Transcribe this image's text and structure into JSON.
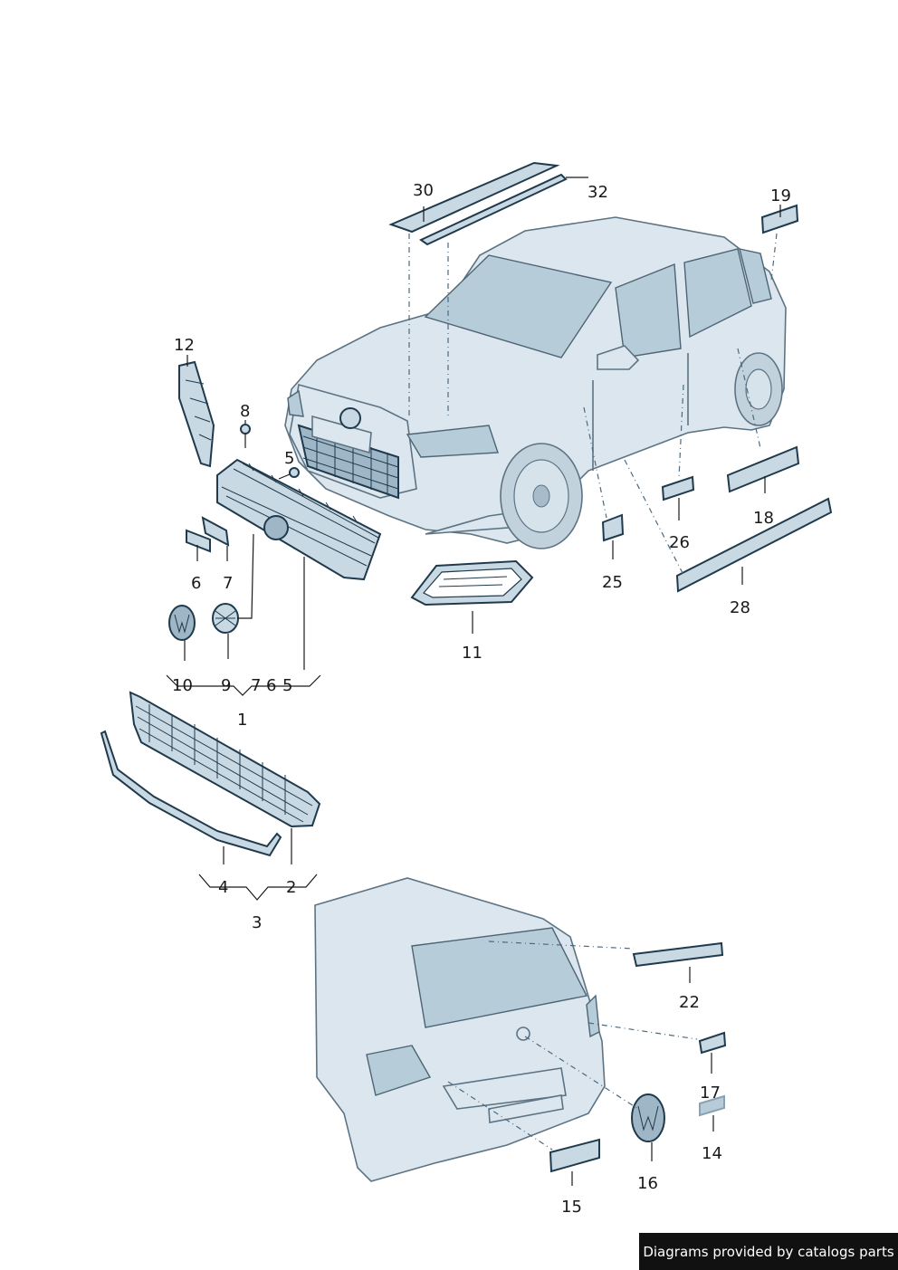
{
  "labels": {
    "p1": "1",
    "p2": "2",
    "p3": "3",
    "p4": "4",
    "p5": "5",
    "p5b": "5",
    "p6": "6",
    "p6b": "6",
    "p7": "7",
    "p7b": "7",
    "p8": "8",
    "p9": "9",
    "p10": "10",
    "p11": "11",
    "p12": "12",
    "p14": "14",
    "p15": "15",
    "p16": "16",
    "p17": "17",
    "p18": "18",
    "p19": "19",
    "p22": "22",
    "p25": "25",
    "p26": "26",
    "p28": "28",
    "p30": "30",
    "p32": "32"
  },
  "footer": {
    "credit": "Diagrams provided by catalogs parts"
  },
  "colors": {
    "part_fill": "#c9d9e3",
    "outline": "#1f3a4c",
    "credit_bg": "#111111"
  }
}
